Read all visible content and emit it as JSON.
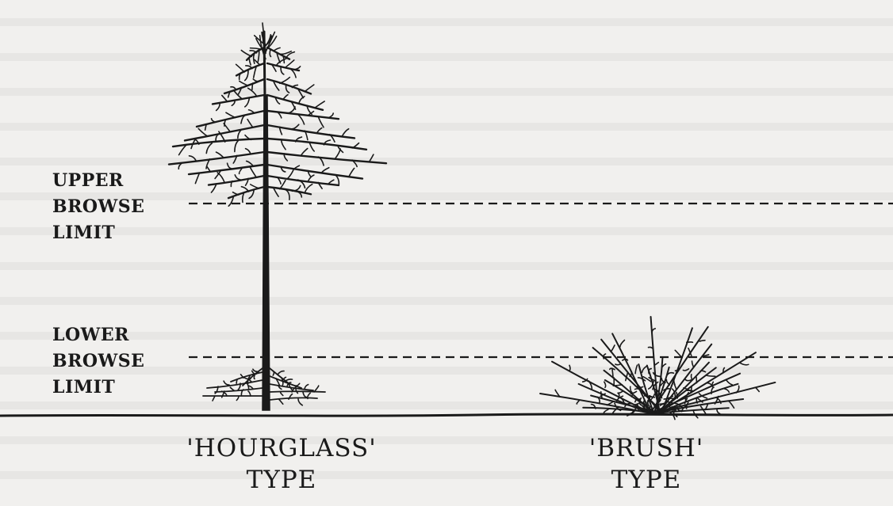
{
  "upper_limit": {
    "lines": [
      "UPPER",
      "BROWSE",
      "LIMIT"
    ]
  },
  "lower_limit": {
    "lines": [
      "LOWER",
      "BROWSE",
      "LIMIT"
    ]
  },
  "hourglass": {
    "lines": [
      "'HOURGLASS'",
      "TYPE"
    ]
  },
  "brush": {
    "lines": [
      "'BRUSH'",
      "TYPE"
    ]
  },
  "colors": {
    "ink": "#1a1a1a",
    "paper": "#f1f0ee"
  }
}
